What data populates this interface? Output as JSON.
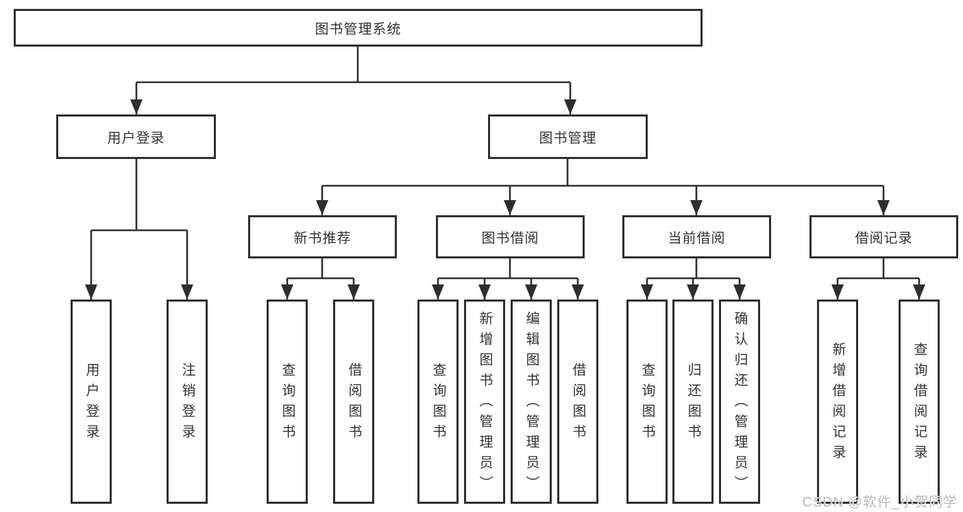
{
  "diagram": {
    "title": "图书管理系统",
    "tree": {
      "root": {
        "label": "图书管理系统"
      },
      "user_login": {
        "label": "用户登录",
        "children": [
          {
            "label": "用户登录"
          },
          {
            "label": "注销登录"
          }
        ]
      },
      "book_mgmt": {
        "label": "图书管理",
        "children": [
          {
            "label": "新书推荐",
            "children": [
              {
                "label": "查询图书"
              },
              {
                "label": "借阅图书"
              }
            ]
          },
          {
            "label": "图书借阅",
            "children": [
              {
                "label": "查询图书"
              },
              {
                "label": "新增图书（管理员）"
              },
              {
                "label": "编辑图书（管理员）"
              },
              {
                "label": "借阅图书"
              }
            ]
          },
          {
            "label": "当前借阅",
            "children": [
              {
                "label": "查询图书"
              },
              {
                "label": "归还图书"
              },
              {
                "label": "确认归还（管理员）"
              }
            ]
          },
          {
            "label": "借阅记录",
            "children": [
              {
                "label": "新增借阅记录"
              },
              {
                "label": "查询借阅记录"
              }
            ]
          }
        ]
      }
    },
    "colors": {
      "line": "#2e2e2e",
      "box_border": "#2e2e2e",
      "text": "#333333",
      "watermark_text_color": "#b9b9b9",
      "background": "#ffffff"
    }
  },
  "watermark": "CSDN @软件_小贺同学"
}
